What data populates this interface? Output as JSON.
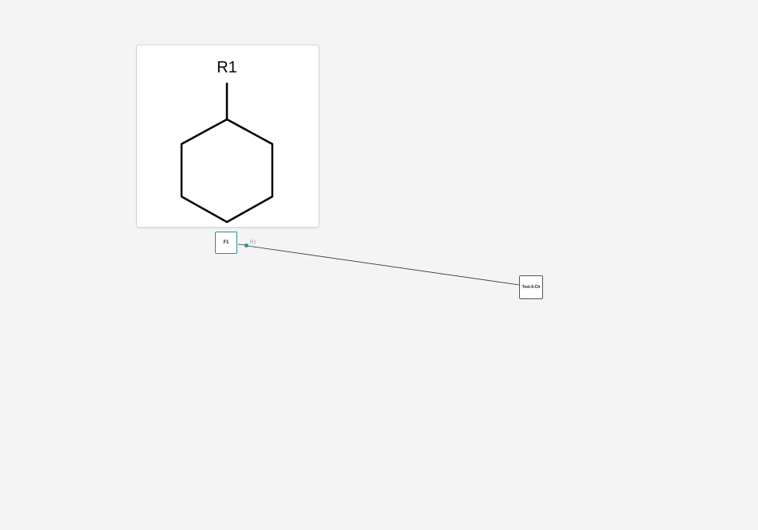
{
  "structure_card": {
    "r_group_label": "R1",
    "molecule": "cyclohexane"
  },
  "nodes": {
    "fragment": {
      "label": "F1",
      "border_color": "#2a8f9a"
    },
    "port": {
      "label": "R1",
      "color": "#2a8f9a"
    },
    "target": {
      "label": "Test-6-Ch",
      "border_color": "#555555"
    }
  },
  "colors": {
    "background": "#f4f4f4",
    "card": "#ffffff",
    "bond": "#000000",
    "edge": "#333333"
  }
}
